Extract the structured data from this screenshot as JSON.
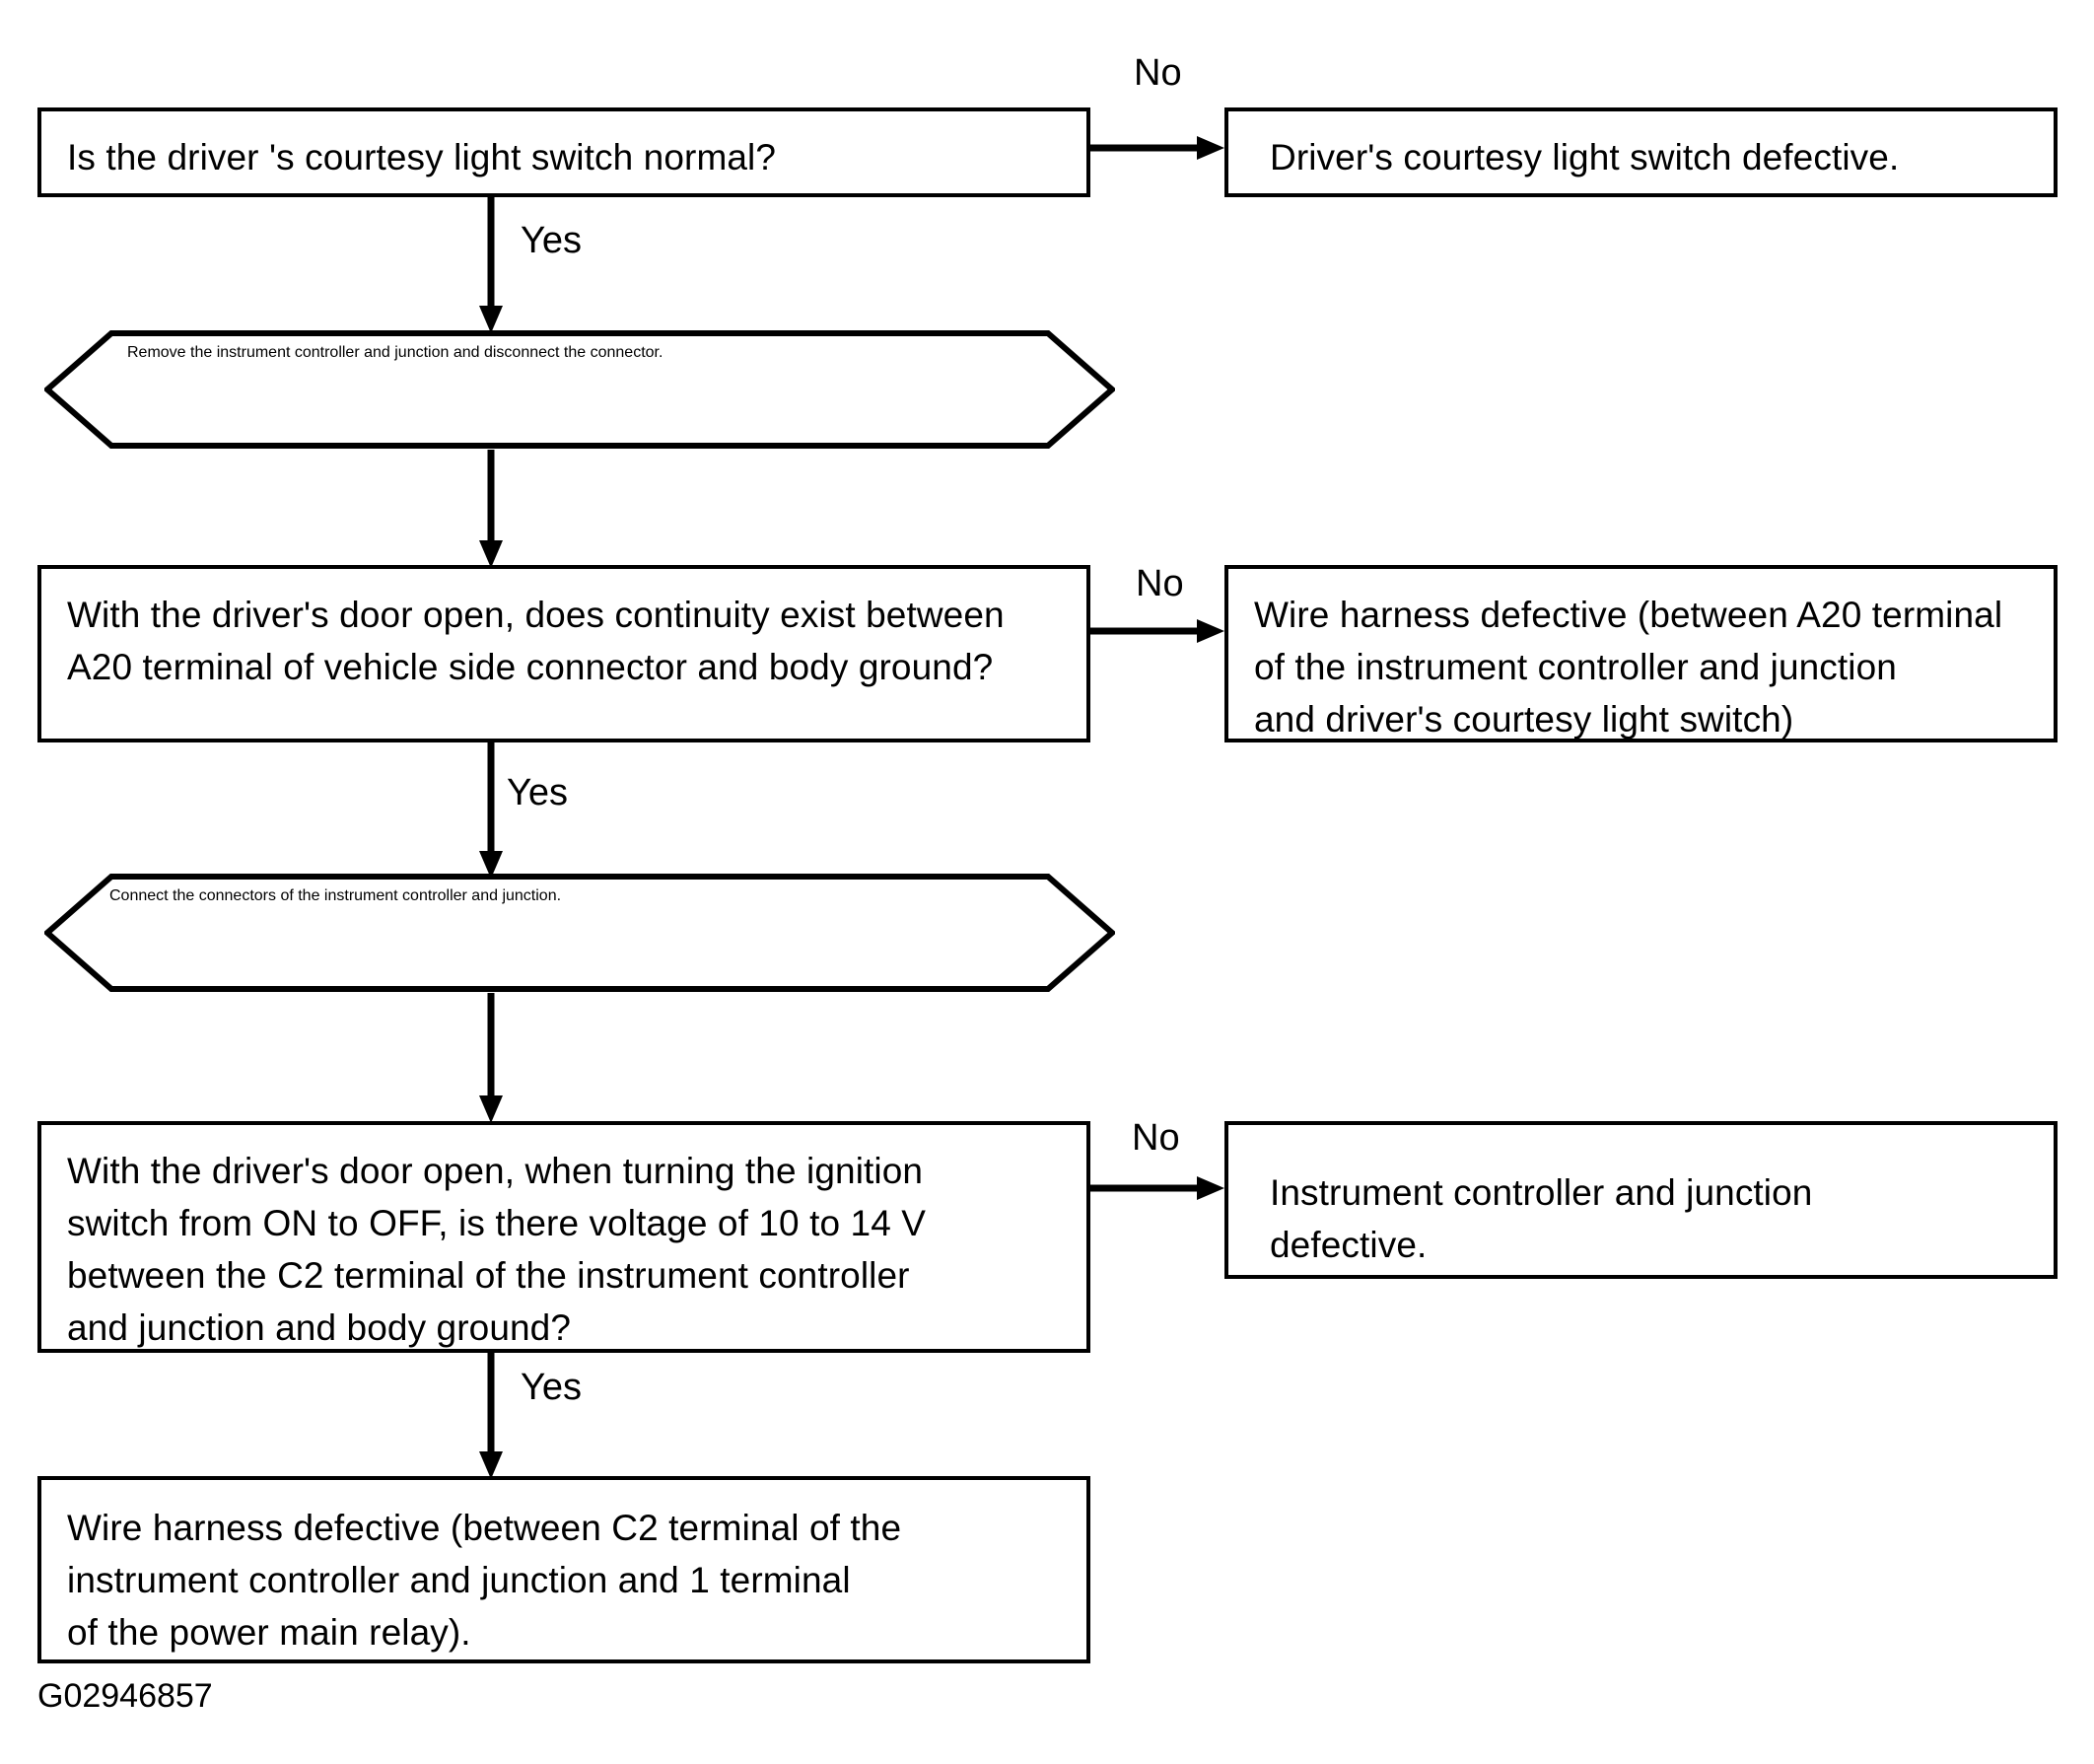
{
  "diagram": {
    "figure_code": "G02946857",
    "line_color": "#000000",
    "background_color": "#ffffff",
    "nodes": [
      {
        "id": "q1",
        "shape": "rectangle",
        "text": "Is the driver 's courtesy light switch normal?"
      },
      {
        "id": "r1",
        "shape": "rectangle",
        "text": "Driver's courtesy light switch defective."
      },
      {
        "id": "p1",
        "shape": "hexagon",
        "text": "Remove the instrument controller and junction\nand disconnect the connector."
      },
      {
        "id": "q2",
        "shape": "rectangle",
        "text": "With the driver's door open, does continuity exist between\nA20 terminal of vehicle side connector and body ground?"
      },
      {
        "id": "r2",
        "shape": "rectangle",
        "text": "Wire harness defective (between A20 terminal\nof the instrument controller and junction\nand driver's courtesy light switch)"
      },
      {
        "id": "p2",
        "shape": "hexagon",
        "text": "Connect the connectors of the instrument controller and\njunction."
      },
      {
        "id": "q3",
        "shape": "rectangle",
        "text": "With the driver's door open, when turning the ignition\nswitch from ON to OFF, is there voltage of 10 to 14 V\nbetween the C2 terminal of the instrument controller\nand junction and body ground?"
      },
      {
        "id": "r3",
        "shape": "rectangle",
        "text": "Instrument controller and junction\ndefective."
      },
      {
        "id": "r4",
        "shape": "rectangle",
        "text": "Wire harness defective (between C2 terminal of the\ninstrument controller and junction and 1 terminal\nof the power main relay)."
      }
    ],
    "edges": [
      {
        "id": "e1",
        "from": "q1",
        "to": "r1",
        "label": "No",
        "direction": "right"
      },
      {
        "id": "e2",
        "from": "q1",
        "to": "p1",
        "label": "Yes",
        "direction": "down"
      },
      {
        "id": "e3",
        "from": "p1",
        "to": "q2",
        "label": "",
        "direction": "down"
      },
      {
        "id": "e4",
        "from": "q2",
        "to": "r2",
        "label": "No",
        "direction": "right"
      },
      {
        "id": "e5",
        "from": "q2",
        "to": "p2",
        "label": "Yes",
        "direction": "down"
      },
      {
        "id": "e6",
        "from": "p2",
        "to": "q3",
        "label": "",
        "direction": "down"
      },
      {
        "id": "e7",
        "from": "q3",
        "to": "r3",
        "label": "No",
        "direction": "right"
      },
      {
        "id": "e8",
        "from": "q3",
        "to": "r4",
        "label": "Yes",
        "direction": "down"
      }
    ]
  }
}
